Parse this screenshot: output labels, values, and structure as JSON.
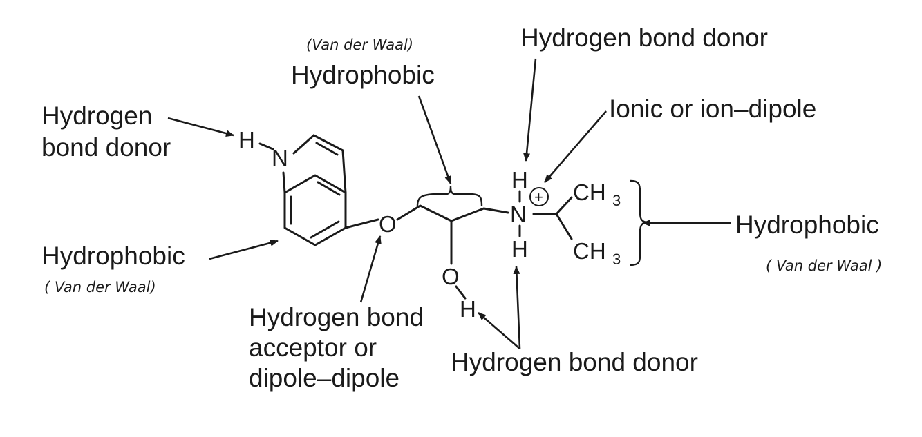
{
  "labels": {
    "indole_nh_line1": "Hydrogen",
    "indole_nh_line2": "bond donor",
    "hydrophobic_ring": "Hydrophobic",
    "hydrophobic_chain": "Hydrophobic",
    "hydrophobic_isopropyl": "Hydrophobic",
    "ether_acceptor_line1": "Hydrogen bond",
    "ether_acceptor_line2": "acceptor or",
    "ether_acceptor_line3": "dipole–dipole",
    "amine_donor_top": "Hydrogen bond donor",
    "amine_donor_bottom": "Hydrogen bond donor",
    "ionic": "Ionic or ion–dipole"
  },
  "handwritten": {
    "note_chain": "(Van der Waal)",
    "note_ring": "( Van der Waal)",
    "note_isopropyl": "( Van der Waal )"
  },
  "atoms": {
    "indole_h": "H",
    "indole_n": "N",
    "ether_o": "O",
    "hydroxyl_o": "O",
    "hydroxyl_h": "H",
    "amine_n": "N",
    "amine_h_top": "H",
    "amine_h_bottom": "H",
    "charge": "+",
    "methyl_top": "CH",
    "methyl_bottom": "CH",
    "methyl_sub": "3"
  }
}
